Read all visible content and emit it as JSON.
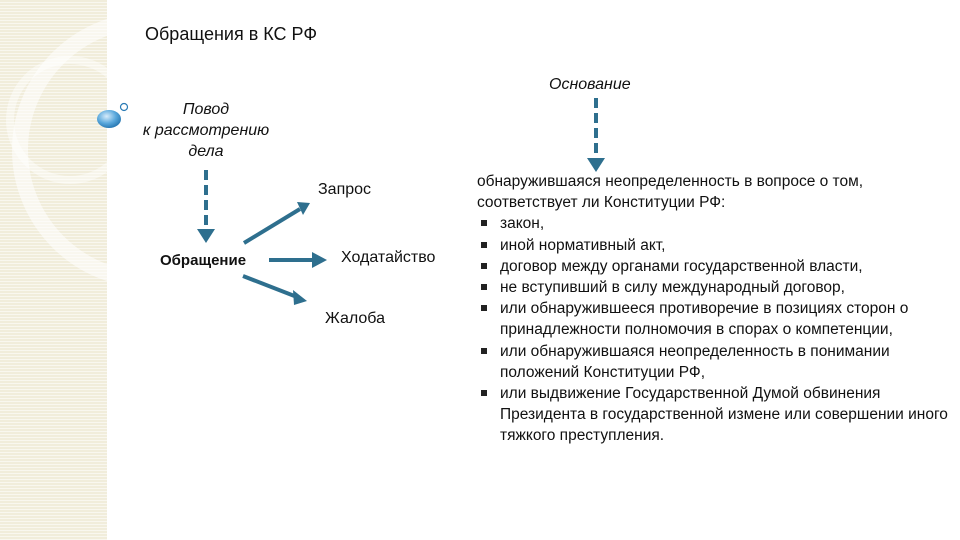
{
  "title": "Обращения в КС РФ",
  "osnovanie": "Основание",
  "povod": [
    "Повод",
    "к рассмотрению",
    "дела"
  ],
  "obrashchenie": "Обращение",
  "forms": {
    "zapros": "Запрос",
    "hodatai": "Ходатайство",
    "zhaloba": "Жалоба"
  },
  "grounds": {
    "intro": "обнаружившаяся неопределенность в вопросе о том, соответствует ли Конституции РФ:",
    "items": [
      "закон,",
      "иной нормативный акт,",
      "договор между органами государственной власти,",
      "не вступивший в силу международный договор,",
      "или обнаружившееся противоречие в позициях сторон о принадлежности полномочия в спорах о компетенции,",
      "или обнаружившаяся неопределенность в понимании положений Конституции РФ,",
      "или выдвижение Государственной Думой обвинения Президента в государственной измене или совершении иного тяжкого преступления."
    ]
  },
  "colors": {
    "arrow": "#2e6f8e",
    "bullet_blue": "#5aa8dc",
    "sidebar": "#f1eddb"
  }
}
